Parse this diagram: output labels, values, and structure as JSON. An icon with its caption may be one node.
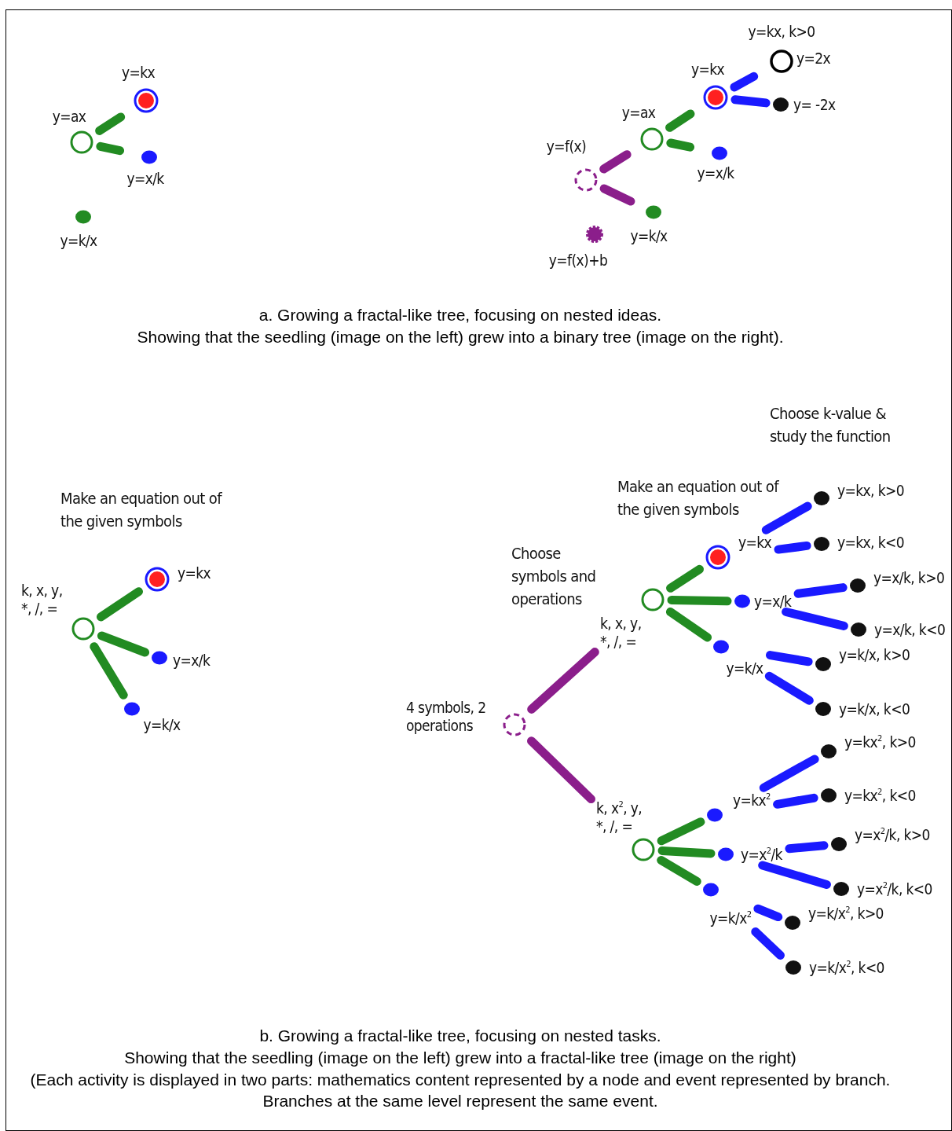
{
  "diagram": {
    "nodes": [
      {
        "text": [
          "y=ax"
        ]
      },
      {
        "text": [
          "y=kx"
        ]
      },
      {
        "text": [
          "y=x/k"
        ]
      },
      {
        "text": [
          "y=k/x"
        ]
      },
      {
        "text": [
          "y=f(x)"
        ]
      },
      {
        "text": [
          "y=ax"
        ]
      },
      {
        "text": [
          "y=k/x"
        ]
      },
      {
        "text": [
          "y=f(x)+b"
        ]
      },
      {
        "text": [
          "y=kx"
        ]
      },
      {
        "text": [
          "y=x/k"
        ]
      },
      {
        "text": [
          "y=kx, k>0",
          "y=2x"
        ]
      },
      {
        "text": [
          "y= -2x"
        ]
      },
      {
        "text": [
          "k, x, y, *, /, ="
        ]
      },
      {
        "text": [
          "y=kx"
        ]
      },
      {
        "text": [
          "y=x/k"
        ]
      },
      {
        "text": [
          "y=k/x"
        ]
      },
      {
        "text": [
          "4 symbols, 2 operations"
        ]
      },
      {
        "text": [
          "k, x, y, *, /, ="
        ]
      },
      {
        "text": [
          "k, x$^{2}$, y, *, /, ="
        ]
      },
      {
        "text": [
          "y=kx"
        ]
      },
      {
        "text": [
          "y=x/k"
        ]
      },
      {
        "text": [
          "y=k/x"
        ]
      },
      {
        "text": [
          "y=kx$^{2}$"
        ]
      },
      {
        "text": [
          "y=x$^{2}$/k"
        ]
      },
      {
        "text": [
          "y=k/x$^{2}$"
        ]
      },
      {
        "text": [
          "y=kx, k>0"
        ]
      },
      {
        "text": [
          "y=kx, k<0"
        ]
      },
      {
        "text": [
          "y=x/k, k>0"
        ]
      },
      {
        "text": [
          "y=x/k, k<0"
        ]
      },
      {
        "text": [
          "y=k/x, k>0"
        ]
      },
      {
        "text": [
          "y=k/x, k<0"
        ]
      },
      {
        "text": [
          "y=kx$^{2}$, k>0"
        ]
      },
      {
        "text": [
          "y=kx$^{2}$, k<0"
        ]
      },
      {
        "text": [
          "y=x$^{2}$/k, k>0"
        ]
      },
      {
        "text": [
          "y=x$^{2}$/k, k<0"
        ]
      },
      {
        "text": [
          "y=k/x$^{2}$, k>0"
        ]
      },
      {
        "text": [
          "y=k/x$^{2}$, k<0"
        ]
      }
    ],
    "edges": [
      {
        "from": 0,
        "to": 1,
        "arrow": "none",
        "color": "#228b22"
      },
      {
        "from": 0,
        "to": 2,
        "arrow": "none",
        "color": "#228b22"
      },
      {
        "from": 4,
        "to": 5,
        "arrow": "none",
        "color": "#8b1e8b"
      },
      {
        "from": 4,
        "to": 6,
        "arrow": "none",
        "color": "#8b1e8b"
      },
      {
        "from": 5,
        "to": 8,
        "arrow": "none",
        "color": "#228b22"
      },
      {
        "from": 5,
        "to": 9,
        "arrow": "none",
        "color": "#228b22"
      },
      {
        "from": 8,
        "to": 10,
        "arrow": "none"
      },
      {
        "from": 8,
        "to": 11,
        "arrow": "none"
      },
      {
        "from": 12,
        "to": 13,
        "arrow": "none",
        "color": "#228b22"
      },
      {
        "from": 12,
        "to": 14,
        "arrow": "none",
        "color": "#228b22"
      },
      {
        "from": 12,
        "to": 15,
        "arrow": "none",
        "color": "#228b22"
      },
      {
        "from": 16,
        "to": 17,
        "arrow": "none",
        "color": "#8b1e8b"
      },
      {
        "from": 16,
        "to": 18,
        "arrow": "none",
        "color": "#8b1e8b"
      },
      {
        "from": 17,
        "to": 19,
        "arrow": "none",
        "color": "#228b22"
      },
      {
        "from": 17,
        "to": 20,
        "arrow": "none",
        "color": "#228b22"
      },
      {
        "from": 17,
        "to": 21,
        "arrow": "none",
        "color": "#228b22"
      },
      {
        "from": 18,
        "to": 22,
        "arrow": "none",
        "color": "#228b22"
      },
      {
        "from": 18,
        "to": 23,
        "arrow": "none",
        "color": "#228b22"
      },
      {
        "from": 18,
        "to": 24,
        "arrow": "none",
        "color": "#228b22"
      },
      {
        "from": 19,
        "to": 25,
        "arrow": "none"
      },
      {
        "from": 19,
        "to": 26,
        "arrow": "none"
      },
      {
        "from": 20,
        "to": 27,
        "arrow": "none"
      },
      {
        "from": 20,
        "to": 28,
        "arrow": "none"
      },
      {
        "from": 21,
        "to": 29,
        "arrow": "none"
      },
      {
        "from": 21,
        "to": 30,
        "arrow": "none"
      },
      {
        "from": 22,
        "to": 31,
        "arrow": "none"
      },
      {
        "from": 22,
        "to": 32,
        "arrow": "none"
      },
      {
        "from": 23,
        "to": 33,
        "arrow": "none"
      },
      {
        "from": 23,
        "to": 34,
        "arrow": "none"
      },
      {
        "from": 24,
        "to": 35,
        "arrow": "none"
      },
      {
        "from": 24,
        "to": 36,
        "arrow": "none"
      }
    ],
    "labels": [
      "a. Growing a fractal-like tree, focusing on nested ideas.",
      "Showing that the seedling (image on the left) grew into a binary tree (image on the right).",
      "Choose k-value & study the function",
      "Make an equation out of the given symbols",
      "Make an equation out of the given symbols",
      "Choose symbols and operations",
      "b. Growing a fractal-like tree, focusing on nested tasks.",
      "Showing that the seedling (image on the left) grew into a fractal-like tree (image on the right)",
      "(Each activity is displayed in two parts: mathematics content represented by a node and event represented by branch. Branches at the same level represent the same event."
    ]
  }
}
